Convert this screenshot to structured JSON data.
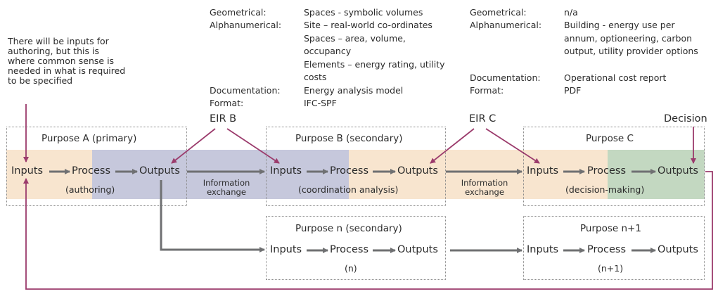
{
  "colors": {
    "peach": "#f8e5cf",
    "lavender": "#c6c8dc",
    "green": "#c3d8c1",
    "arrow_grey": "#6f7072",
    "arrow_purple": "#9b3b6c"
  },
  "note": "There will be inputs for authoring, but this is where common sense is needed in what is required to be specified",
  "eir_b": {
    "label": "EIR B",
    "rows": [
      {
        "key": "Geometrical:",
        "value": "Spaces - symbolic volumes"
      },
      {
        "key": "Alphanumerical:",
        "value": "Site – real-world co-ordinates\nSpaces – area, volume, occupancy\nElements – energy rating, utility costs"
      },
      {
        "key": "Documentation:",
        "value": "Energy analysis model"
      },
      {
        "key": "Format:",
        "value": "IFC-SPF"
      }
    ]
  },
  "eir_c": {
    "label": "EIR C",
    "rows": [
      {
        "key": "Geometrical:",
        "value": "n/a"
      },
      {
        "key": "Alphanumerical:",
        "value": "Building - energy use per annum, optioneering, carbon output, utility provider options"
      },
      {
        "key": "Documentation:",
        "value": "Operational cost report"
      },
      {
        "key": "Format:",
        "value": "PDF"
      }
    ]
  },
  "decision_label": "Decision",
  "nodes": {
    "inputs": "Inputs",
    "process": "Process",
    "outputs": "Outputs"
  },
  "info_exchange": "Information\nexchange",
  "purposes": {
    "a": {
      "title": "Purpose A (primary)",
      "sub": "(authoring)"
    },
    "b": {
      "title": "Purpose B (secondary)",
      "sub": "(coordination analysis)"
    },
    "c": {
      "title": "Purpose C",
      "sub": "(decision-making)"
    },
    "n": {
      "title": "Purpose n (secondary)",
      "sub": "(n)"
    },
    "n1": {
      "title": "Purpose n+1",
      "sub": "(n+1)"
    }
  }
}
